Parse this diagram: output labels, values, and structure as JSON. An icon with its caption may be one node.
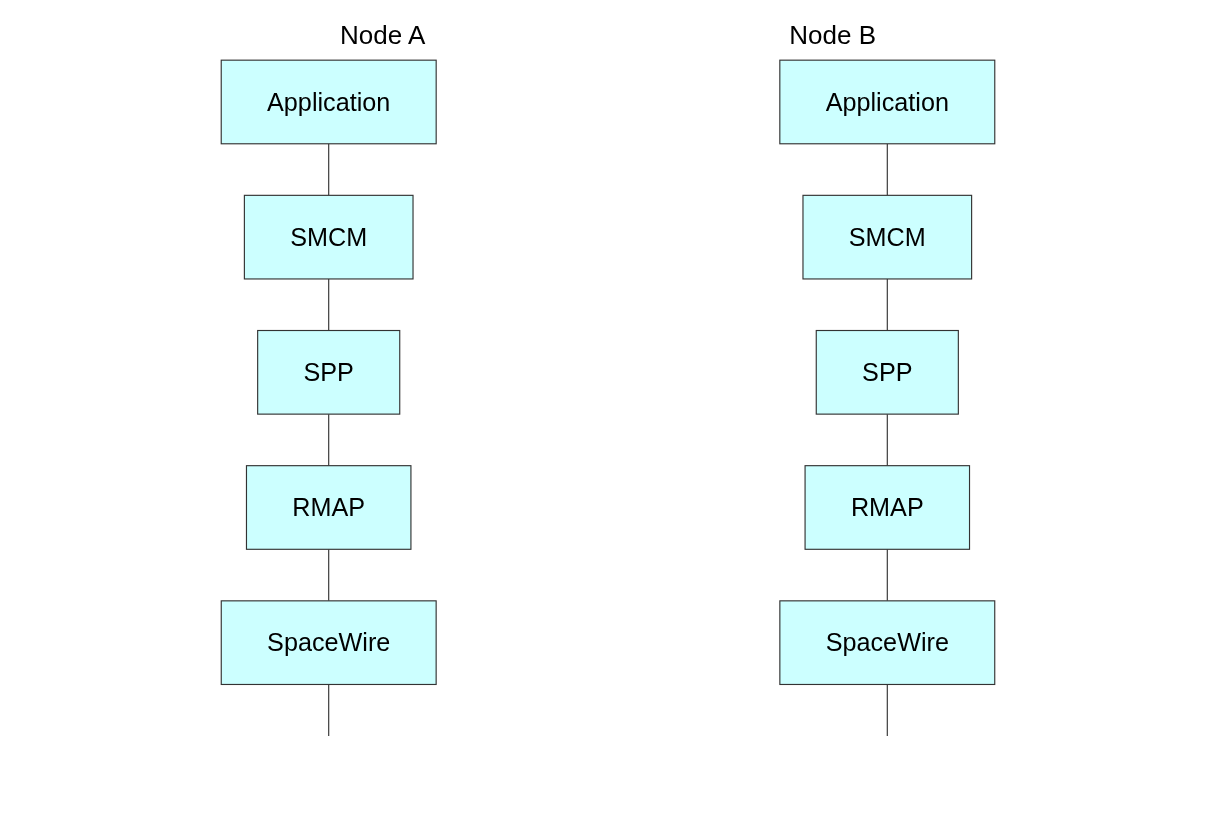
{
  "diagram": {
    "nodes": [
      {
        "text": [
          "Application"
        ]
      },
      {
        "text": [
          "SMCM"
        ]
      },
      {
        "text": [
          "SPP"
        ]
      },
      {
        "text": [
          "RMAP"
        ]
      },
      {
        "text": [
          "SpaceWire"
        ]
      },
      {
        "text": [
          "Application"
        ]
      },
      {
        "text": [
          "SMCM"
        ]
      },
      {
        "text": [
          "SPP"
        ]
      },
      {
        "text": [
          "RMAP"
        ]
      },
      {
        "text": [
          "SpaceWire"
        ]
      }
    ],
    "edges": [
      {
        "from": 0,
        "to": 1,
        "arrow": "none"
      },
      {
        "from": 1,
        "to": 2,
        "arrow": "none"
      },
      {
        "from": 2,
        "to": 3,
        "arrow": "none"
      },
      {
        "from": 3,
        "to": 4,
        "arrow": "none"
      },
      {
        "from": 4,
        "to": null,
        "arrow": "none"
      },
      {
        "from": 5,
        "to": 6,
        "arrow": "none"
      },
      {
        "from": 6,
        "to": 7,
        "arrow": "none"
      },
      {
        "from": 7,
        "to": 8,
        "arrow": "none"
      },
      {
        "from": 8,
        "to": 9,
        "arrow": "none"
      },
      {
        "from": 9,
        "to": null,
        "arrow": "none"
      }
    ],
    "labels": [
      "Node A",
      "Node B"
    ]
  }
}
